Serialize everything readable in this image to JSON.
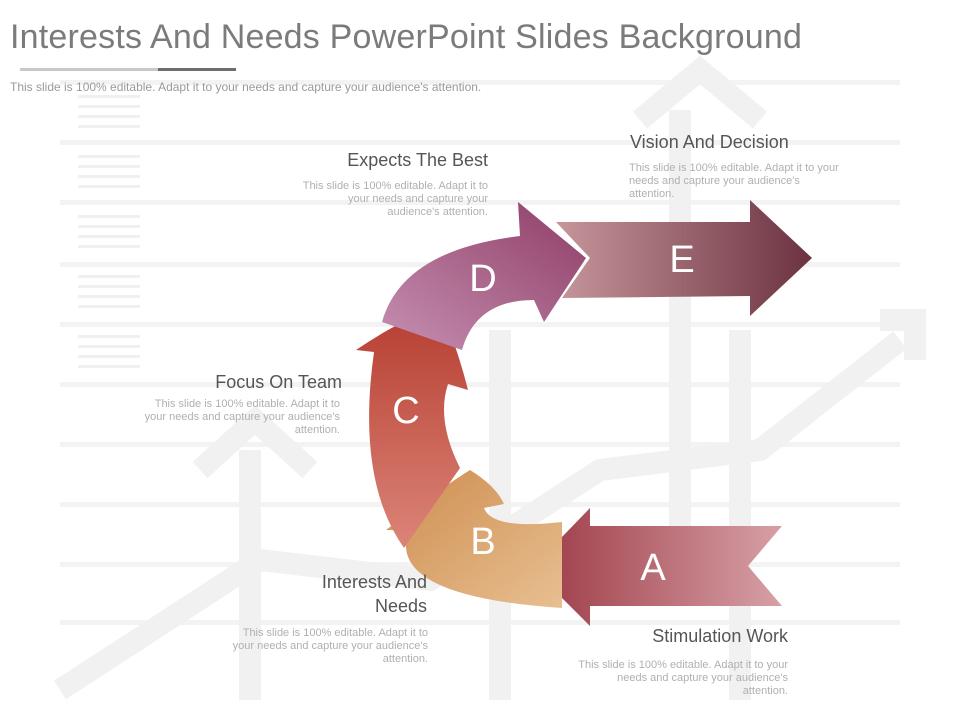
{
  "header": {
    "title": "Interests And Needs PowerPoint Slides Background",
    "subtitle": "This slide is 100% editable. Adapt it to your needs and capture your audience's attention."
  },
  "steps": [
    {
      "letter": "A",
      "heading": "Stimulation Work",
      "text": "This slide is 100% editable. Adapt it to your needs and capture your audience's attention.",
      "color": "#a3444d"
    },
    {
      "letter": "B",
      "heading": "Interests And Needs",
      "text": "This slide is 100% editable. Adapt it to your needs and capture your audience's attention.",
      "color": "#d59a5e"
    },
    {
      "letter": "C",
      "heading": "Focus On Team",
      "text": "This slide is 100% editable. Adapt it to your needs and capture your audience's attention.",
      "color": "#c04a3c"
    },
    {
      "letter": "D",
      "heading": "Expects The Best",
      "text": "This slide is 100% editable. Adapt it to your needs and capture your audience's attention.",
      "color": "#a8557a"
    },
    {
      "letter": "E",
      "heading": "Vision And Decision",
      "text": "This slide is 100% editable. Adapt it to your needs and capture your audience's attention.",
      "color": "#7a3d48"
    }
  ]
}
